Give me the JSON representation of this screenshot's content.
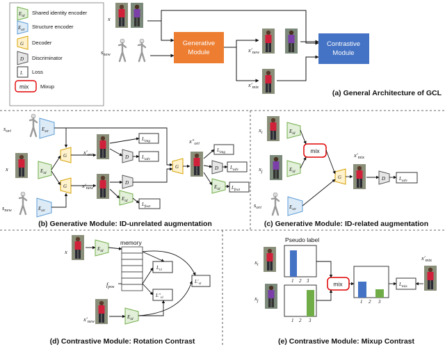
{
  "legend": {
    "items": [
      {
        "symbol": "E_id",
        "text": "Shared identity encoder"
      },
      {
        "symbol": "E_str",
        "text": "Structure encoder"
      },
      {
        "symbol": "G",
        "text": "Decoder"
      },
      {
        "symbol": "D",
        "text": "Discriminator"
      },
      {
        "symbol": "L",
        "text": "Loss"
      },
      {
        "symbol": "mix",
        "text": "Mixup"
      }
    ]
  },
  "panel_a": {
    "caption": "(a) General Architecture of GCL",
    "generative_line1": "Generative",
    "generative_line2": "Module",
    "contrastive_line1": "Contrastive",
    "contrastive_line2": "Module",
    "x": "x",
    "s_new": "s_new",
    "x_new": "x'_new",
    "x_mix": "x'_mix"
  },
  "panel_b": {
    "caption": "(b) Generative Module: ID-unrelated augmentation",
    "s_ori": "s_ori",
    "x": "x",
    "s_new": "s_new",
    "E_str": "E_str",
    "E_id": "E_id",
    "G": "G",
    "D": "D",
    "x_ori": "x'_ori",
    "x_new": "x'_new",
    "x_ori2": "x''_ori",
    "L_img": "L_img",
    "L_adv": "L_adv",
    "L_feat": "L_feat"
  },
  "panel_c": {
    "caption": "(c) Generative Module: ID-related augmentation",
    "x_i": "x_i",
    "x_j": "x_j",
    "s_ori": "s_ori",
    "mix": "mix",
    "x_mix": "x'_mix",
    "L_adv": "L_adv"
  },
  "panel_d": {
    "caption": "(d) Contrastive Module: Rotation Contrast",
    "memory": "memory",
    "f_pos": "f_pos",
    "x": "x",
    "x_new": "x'_new",
    "L_vi": "L_vi",
    "L_vi2": "L''_vi",
    "L_vi1": "L'_vi"
  },
  "panel_e": {
    "caption": "(e) Contrastive Module: Mixup Contrast",
    "pseudo_label": "Pseudo label",
    "x_i": "x_i",
    "x_j": "x_j",
    "mix": "mix",
    "L_mix": "L_mix",
    "x_mix": "x'_mix",
    "ticks": [
      "1",
      "2",
      "3"
    ]
  },
  "chart_data": [
    {
      "type": "bar",
      "name": "pseudo label x_i",
      "categories": [
        "1",
        "2",
        "3"
      ],
      "values": [
        1,
        0,
        0
      ]
    },
    {
      "type": "bar",
      "name": "pseudo label x_j",
      "categories": [
        "1",
        "2",
        "3"
      ],
      "values": [
        0,
        0,
        1
      ]
    },
    {
      "type": "bar",
      "name": "mixed label",
      "categories": [
        "1",
        "2",
        "3"
      ],
      "values": [
        0.6,
        0,
        0.4
      ]
    }
  ],
  "colors": {
    "generative": "#ED7D31",
    "contrastive": "#4472C4",
    "encoder_id": "#A9D18E",
    "encoder_str": "#9DC3E6",
    "decoder": "#FFD966",
    "discriminator": "#BFBFBF",
    "mix": "#E00000",
    "bar_blue": "#4472C4",
    "bar_green": "#70AD47"
  }
}
